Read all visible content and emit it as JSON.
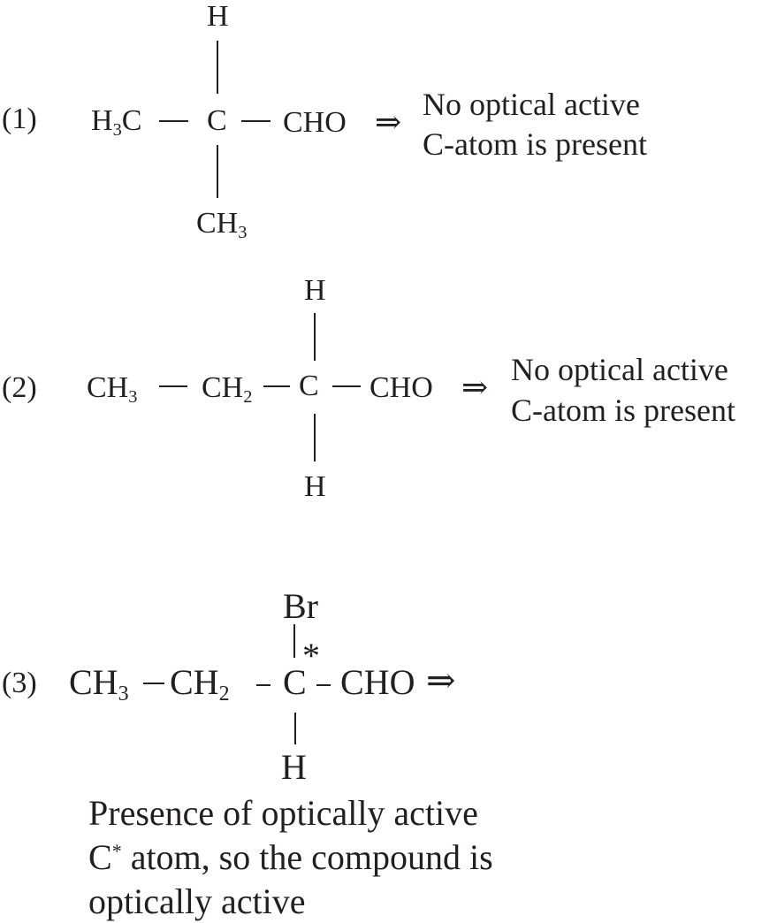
{
  "compound1": {
    "label": "(1)",
    "h3c_main": "H",
    "h3c_sub": "3",
    "h3c_tail": "C",
    "center": "C",
    "top": "H",
    "right": "CHO",
    "bottom_main": "CH",
    "bottom_sub": "3",
    "arrow": "⇒",
    "note_line1": "No optical active",
    "note_line2": "C-atom is present"
  },
  "compound2": {
    "label": "(2)",
    "ch3_main": "CH",
    "ch3_sub": "3",
    "ch2_main": "CH",
    "ch2_sub": "2",
    "center": "C",
    "top": "H",
    "right": "CHO",
    "bottom": "H",
    "arrow": "⇒",
    "note_line1": "No optical active",
    "note_line2": "C-atom is present"
  },
  "compound3": {
    "label": "(3)",
    "ch3_main": "CH",
    "ch3_sub": "3",
    "ch2_main": "CH",
    "ch2_sub": "2",
    "center": "C",
    "asterisk": "*",
    "top": "Br",
    "right": "CHO",
    "bottom": "H",
    "arrow": "⇒",
    "note_line1": "Presence of optically active",
    "note_line2_main": "C",
    "note_line2_sup": "*",
    "note_line2_rest": " atom, so the compound is",
    "note_line3": "optically active"
  }
}
